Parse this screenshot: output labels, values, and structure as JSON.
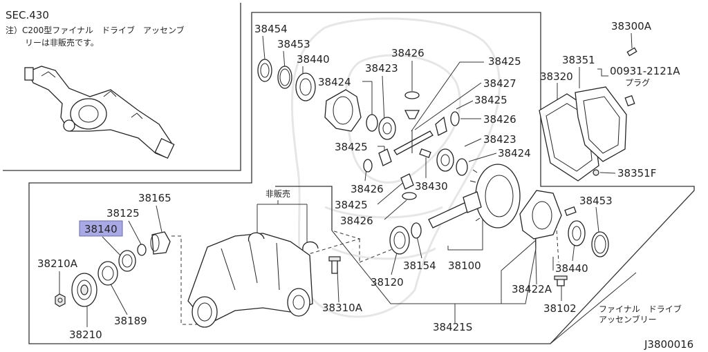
{
  "inset": {
    "sec": "SEC.430",
    "note_line1": "注）C200型ファイナル　ドライブ　アッセンブ",
    "note_line2": "リーは非販売です。"
  },
  "not_sold_label": "非販売",
  "parts": {
    "p38454": "38454",
    "p38453_top": "38453",
    "p38440_top": "38440",
    "p38426_a": "38426",
    "p38425_a": "38425",
    "p38423_a": "38423",
    "p38424_a": "38424",
    "p38427": "38427",
    "p38425_b": "38425",
    "p38426_b": "38426",
    "p38423_b": "38423",
    "p38424_b": "38424",
    "p38425_c": "38425",
    "p38426_c": "38426",
    "p38430": "38430",
    "p38425_d": "38425",
    "p38426_d": "38426",
    "p38300A": "38300A",
    "p38351": "38351",
    "p38320": "38320",
    "p00931": "00931-2121A",
    "plug": "プラグ",
    "p38351F": "38351F",
    "p38165": "38165",
    "p38125": "38125",
    "p38140": "38140",
    "p38210A": "38210A",
    "p38189": "38189",
    "p38210": "38210",
    "p38310A": "38310A",
    "p38120": "38120",
    "p38154": "38154",
    "p38100": "38100",
    "p38453_right": "38453",
    "p38440_right": "38440",
    "p38422A": "38422A",
    "p38102": "38102",
    "p38421S": "38421S",
    "final_drive_line1": "ファイナル　ドライブ",
    "final_drive_line2": "アッセンブリー"
  },
  "diagram_code": "J3800016",
  "highlight_color": "#a9a9e6"
}
